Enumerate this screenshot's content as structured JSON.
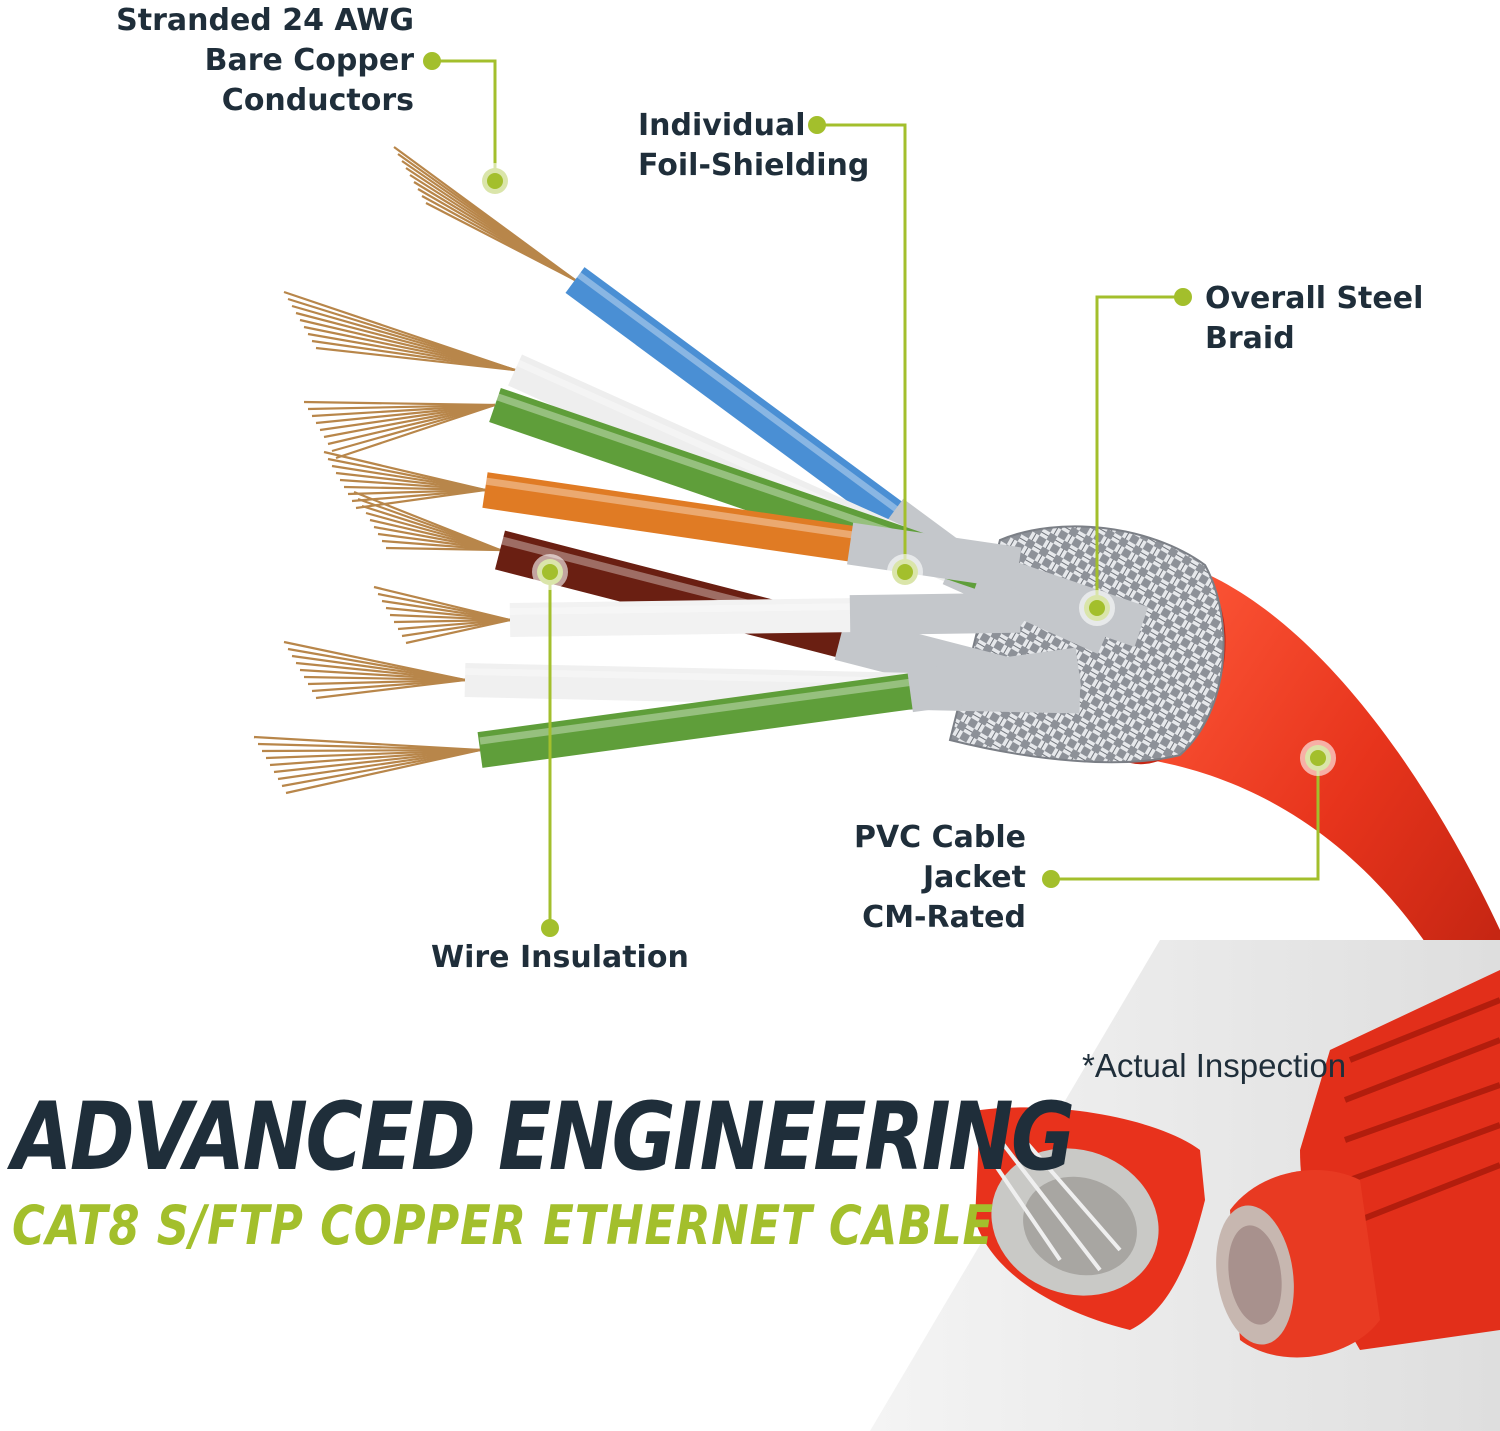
{
  "colors": {
    "label_text": "#1f2e3a",
    "callout_green": "#a3bf2c",
    "jacket_red": "#e0311c",
    "copper": "#b8864a",
    "braid": "#b9bcc0",
    "foil": "#c4c7cb"
  },
  "callouts": {
    "conductors": {
      "lines": [
        "Stranded 24 AWG",
        "Bare Copper",
        "Conductors"
      ]
    },
    "foil": {
      "lines": [
        "Individual",
        "Foil-Shielding"
      ]
    },
    "braid": {
      "lines": [
        "Overall Steel",
        "Braid"
      ]
    },
    "jacket": {
      "lines": [
        "PVC Cable",
        "Jacket",
        "CM-Rated"
      ]
    },
    "insulation": {
      "lines": [
        "Wire Insulation"
      ]
    }
  },
  "headline": "ADVANCED ENGINEERING",
  "subheadline": "CAT8 S/FTP COPPER ETHERNET CABLE",
  "footnote": "*Actual Inspection",
  "inset": {
    "image_description": "photo of cut-open red cable ends",
    "icons": [
      "cut-cable-photo",
      "cable-end-photo"
    ]
  },
  "wires": [
    {
      "name": "blue-wire",
      "color": "#4a8fd4"
    },
    {
      "name": "white-wire-1",
      "color": "#eeeeee"
    },
    {
      "name": "orange-wire",
      "color": "#e07b24"
    },
    {
      "name": "brown-wire",
      "color": "#6a1f12"
    },
    {
      "name": "white-wire-2",
      "color": "#f2f2f2"
    },
    {
      "name": "white-wire-3",
      "color": "#f0f0f0"
    },
    {
      "name": "green-wire",
      "color": "#5f9e3a"
    }
  ]
}
